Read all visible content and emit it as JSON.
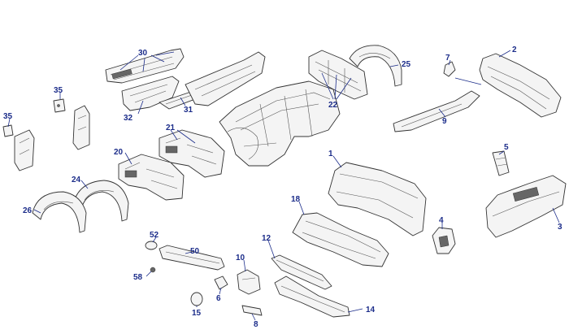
{
  "callouts": {
    "c1": "1",
    "c2": "2",
    "c3": "3",
    "c4": "4",
    "c5": "5",
    "c6": "6",
    "c7": "7",
    "c8": "8",
    "c9": "9",
    "c10": "10",
    "c12": "12",
    "c14": "14",
    "c15": "15",
    "c18": "18",
    "c20": "20",
    "c21": "21",
    "c22": "22",
    "c24": "24",
    "c25": "25",
    "c26": "26",
    "c30": "30",
    "c31": "31",
    "c32": "32",
    "c35a": "35",
    "c35b": "35",
    "c50": "50",
    "c52": "52",
    "c58": "58"
  }
}
